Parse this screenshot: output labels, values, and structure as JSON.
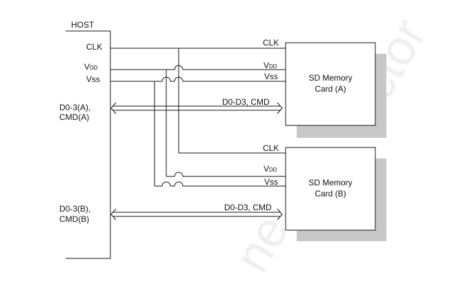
{
  "host": {
    "title": "HOST",
    "clk": "CLK",
    "vdd": "V",
    "vdd_sub": "DD",
    "vss": "Vss",
    "bus_a": [
      "D0-3(A),",
      "CMD(A)"
    ],
    "bus_b": [
      "D0-3(B),",
      "CMD(B)"
    ]
  },
  "card_a": {
    "lines": [
      "SD Memory",
      "Card (A)"
    ],
    "clk": "CLK",
    "vdd": "V",
    "vdd_sub": "DD",
    "vss": "Vss",
    "bus": "D0-D3, CMD"
  },
  "card_b": {
    "lines": [
      "SD Memory",
      "Card (B)"
    ],
    "clk": "CLK",
    "vdd": "V",
    "vdd_sub": "DD",
    "vss": "Vss",
    "bus": "D0-D3, CMD"
  },
  "colors": {
    "line": "#111111",
    "shadow": "#c8c8c8",
    "watermark": "#efefef"
  }
}
